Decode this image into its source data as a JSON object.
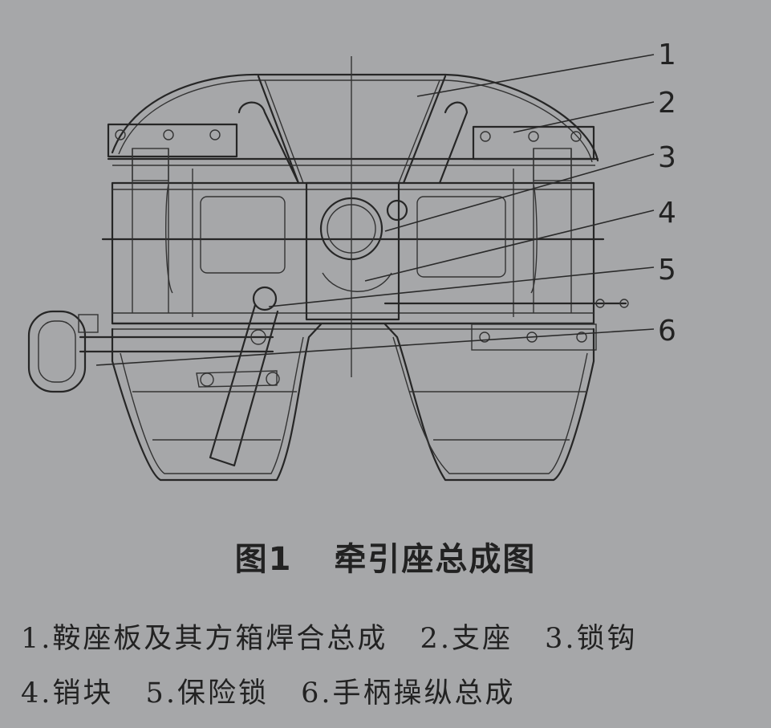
{
  "labels": [
    "1",
    "2",
    "3",
    "4",
    "5",
    "6"
  ],
  "caption": {
    "label": "图1",
    "title": "牵引座总成图"
  },
  "legend": [
    "1.鞍座板及其方箱焊合总成",
    "2.支座",
    "3.锁钩",
    "4.销块",
    "5.保险锁",
    "6.手柄操纵总成"
  ]
}
